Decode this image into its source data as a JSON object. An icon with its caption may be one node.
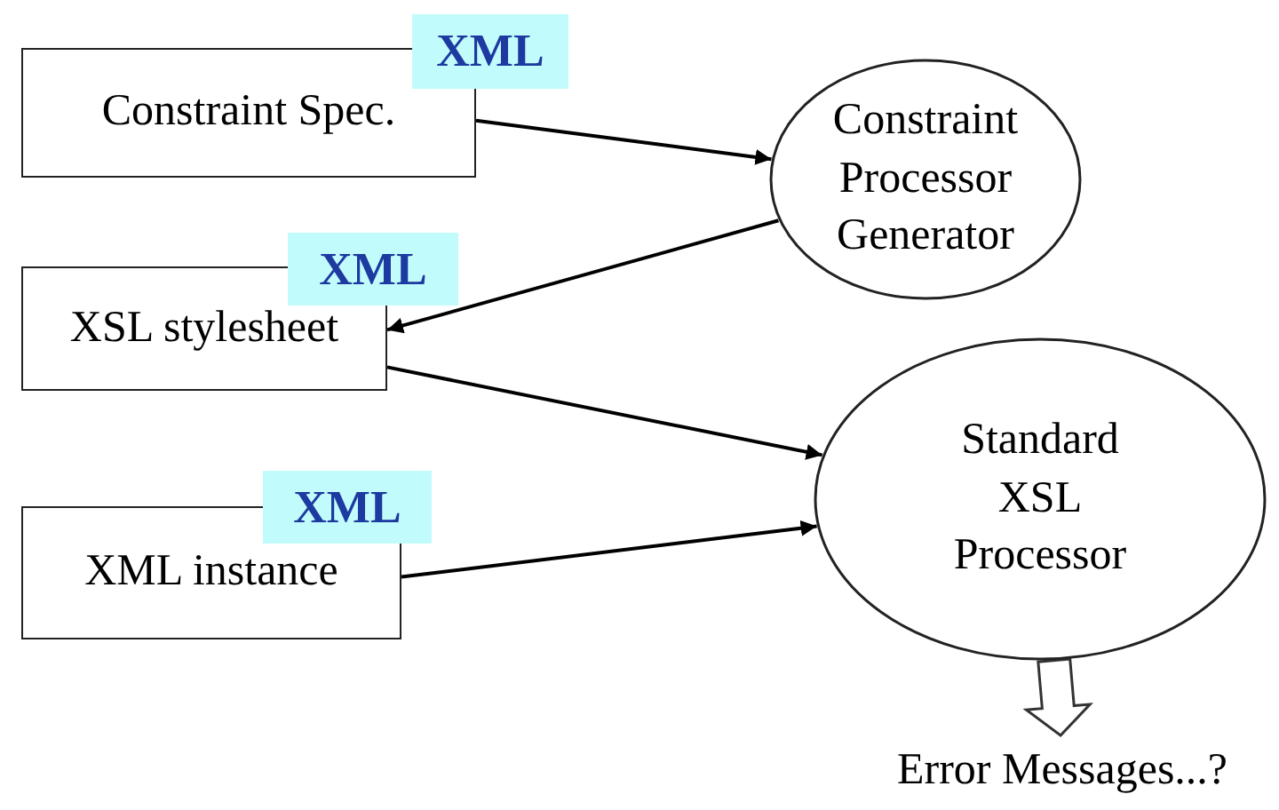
{
  "diagram": {
    "nodes": [
      {
        "text": [
          "Constraint Spec."
        ]
      },
      {
        "text": [
          "XML"
        ]
      },
      {
        "text": [
          "Constraint Processor Generator"
        ]
      },
      {
        "text": [
          "XML"
        ]
      },
      {
        "text": [
          "XSL stylesheet"
        ]
      },
      {
        "text": [
          "XML"
        ]
      },
      {
        "text": [
          "Standard XSL Processor"
        ]
      },
      {
        "text": [
          "XML instance"
        ]
      },
      {
        "text": [
          "Error Messages...?"
        ]
      }
    ],
    "edges": [
      {
        "from": 0,
        "to": 2,
        "arrow": "to"
      },
      {
        "from": 2,
        "to": 4,
        "arrow": "to"
      },
      {
        "from": 4,
        "to": 6,
        "arrow": "to"
      },
      {
        "from": 7,
        "to": 6,
        "arrow": "to"
      },
      {
        "from": 6,
        "to": 8,
        "arrow": "to",
        "style": "thick"
      }
    ]
  }
}
